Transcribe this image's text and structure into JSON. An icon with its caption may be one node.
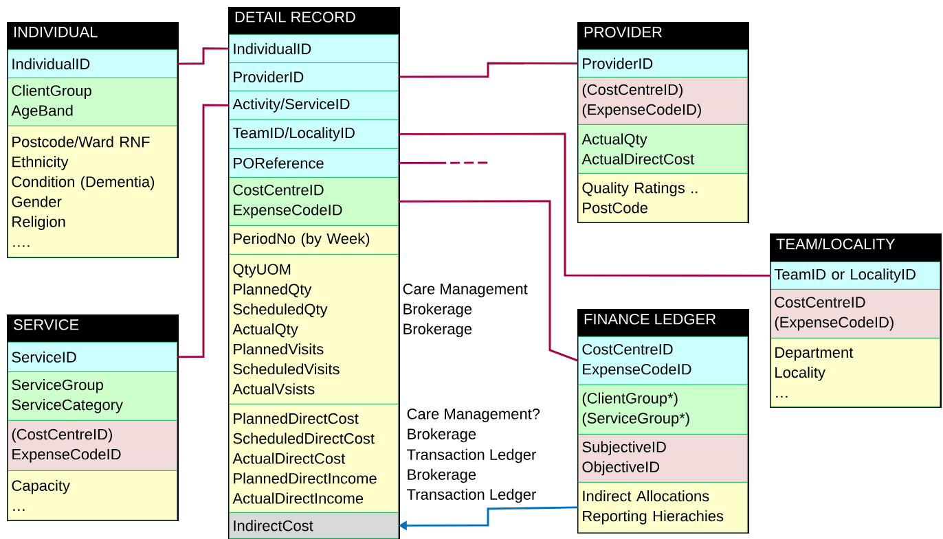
{
  "diagram": {
    "nodes": [
      {
        "text": [
          "INDIVIDUAL"
        ]
      },
      {
        "text": [
          "IndividualID"
        ],
        "in": 0
      },
      {
        "text": [
          "ClientGroup",
          "AgeBand"
        ],
        "in": 0
      },
      {
        "text": [
          "Postcode/Ward RNF",
          "Ethnicity",
          "Condition (Dementia)",
          "Gender",
          "Religion",
          "…."
        ],
        "in": 0
      },
      {
        "text": [
          "SERVICE"
        ]
      },
      {
        "text": [
          "ServiceID"
        ],
        "in": 4
      },
      {
        "text": [
          "ServiceGroup",
          "ServiceCategory"
        ],
        "in": 4
      },
      {
        "text": [
          "(CostCentreID)",
          "ExpenseCodeID"
        ],
        "in": 4
      },
      {
        "text": [
          "Capacity",
          "…"
        ],
        "in": 4
      },
      {
        "text": [
          "DETAIL RECORD"
        ]
      },
      {
        "text": [
          "IndividualID"
        ],
        "in": 9
      },
      {
        "text": [
          "ProviderID"
        ],
        "in": 9
      },
      {
        "text": [
          "Activity/ServiceID"
        ],
        "in": 9
      },
      {
        "text": [
          "TeamID/LocalityID"
        ],
        "in": 9
      },
      {
        "text": [
          "POReference"
        ],
        "in": 9
      },
      {
        "text": [
          "CostCentreID",
          "ExpenseCodeID"
        ],
        "in": 9
      },
      {
        "text": [
          "PeriodNo (by Week)"
        ],
        "in": 9
      },
      {
        "text": [
          "QtyUOM",
          "PlannedQty",
          "ScheduledQty",
          "ActualQty",
          "PlannedVisits",
          "ScheduledVisits",
          "ActualVsists"
        ],
        "in": 9
      },
      {
        "text": [
          "PlannedDirectCost",
          "ScheduledDirectCost",
          "ActualDirectCost",
          "PlannedDirectIncome",
          "ActualDirectIncome"
        ],
        "in": 9
      },
      {
        "text": [
          "IndirectCost"
        ],
        "in": 9
      },
      {
        "text": [
          "PROVIDER"
        ]
      },
      {
        "text": [
          "ProviderID"
        ],
        "in": 20
      },
      {
        "text": [
          "(CostCentreID)",
          "(ExpenseCodeID)"
        ],
        "in": 20
      },
      {
        "text": [
          "ActualQty",
          "ActualDirectCost"
        ],
        "in": 20
      },
      {
        "text": [
          "Quality Ratings ..",
          "PostCode"
        ],
        "in": 20
      },
      {
        "text": [
          "TEAM/LOCALITY"
        ]
      },
      {
        "text": [
          "TeamID or LocalityID"
        ],
        "in": 25
      },
      {
        "text": [
          "CostCentreID",
          "(ExpenseCodeID)"
        ],
        "in": 25
      },
      {
        "text": [
          "Department",
          "Locality",
          "…"
        ],
        "in": 25
      },
      {
        "text": [
          "FINANCE LEDGER"
        ]
      },
      {
        "text": [
          "CostCentreID",
          "ExpenseCodeID"
        ],
        "in": 29
      },
      {
        "text": [
          "(ClientGroup*)",
          "(ServiceGroup*)"
        ],
        "in": 29
      },
      {
        "text": [
          "SubjectiveID",
          "ObjectiveID"
        ],
        "in": 29
      },
      {
        "text": [
          "Indirect Allocations",
          "Reporting Hierachies"
        ],
        "in": 29
      }
    ],
    "edges": [
      {
        "from": 1,
        "to": 10,
        "arrow": "none"
      },
      {
        "from": 5,
        "to": 12,
        "arrow": "none"
      },
      {
        "from": 11,
        "to": 21,
        "arrow": "none"
      },
      {
        "from": 13,
        "to": 26,
        "arrow": "none"
      },
      {
        "from": 14,
        "to": null,
        "arrow": "none",
        "style": "dashed"
      },
      {
        "from": 15,
        "to": 30,
        "arrow": "none"
      },
      {
        "from": 33,
        "to": 19,
        "arrow": "to",
        "color": "#0070c0"
      }
    ],
    "labels": [
      "Care Management",
      "Brokerage",
      "Brokerage",
      "Care Management?",
      "Brokerage",
      "Transaction Ledger",
      "Brokerage",
      "Transaction Ledger"
    ]
  }
}
